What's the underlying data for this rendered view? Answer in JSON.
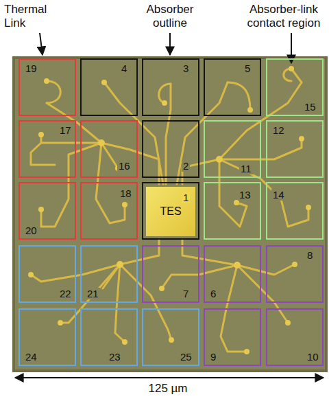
{
  "diagram": {
    "nodes": [
      {
        "text": [
          "19"
        ]
      },
      {
        "text": [
          "4"
        ]
      },
      {
        "text": [
          "3"
        ]
      },
      {
        "text": [
          "5"
        ]
      },
      {
        "text": [
          "15"
        ]
      },
      {
        "text": [
          "17"
        ]
      },
      {
        "text": [
          "16"
        ]
      },
      {
        "text": [
          "2"
        ]
      },
      {
        "text": [
          "11"
        ]
      },
      {
        "text": [
          "12"
        ]
      },
      {
        "text": [
          "20"
        ]
      },
      {
        "text": [
          "18"
        ]
      },
      {
        "text": [
          "1"
        ]
      },
      {
        "text": [
          "TES"
        ],
        "in": 12
      },
      {
        "text": [
          "13"
        ]
      },
      {
        "text": [
          "14"
        ]
      },
      {
        "text": [
          "22"
        ]
      },
      {
        "text": [
          "21"
        ]
      },
      {
        "text": [
          "7"
        ]
      },
      {
        "text": [
          "6"
        ]
      },
      {
        "text": [
          "8"
        ]
      },
      {
        "text": [
          "24"
        ]
      },
      {
        "text": [
          "23"
        ]
      },
      {
        "text": [
          "25"
        ]
      },
      {
        "text": [
          "9"
        ]
      },
      {
        "text": [
          "10"
        ]
      }
    ],
    "labels": [
      "Thermal Link",
      "Absorber outline",
      "Absorber-link contact region",
      "125 µm"
    ]
  }
}
